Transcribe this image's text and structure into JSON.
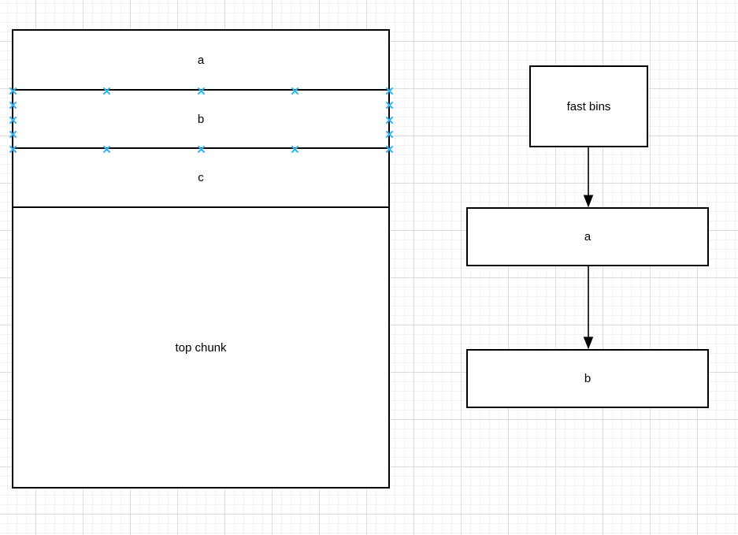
{
  "canvas": {
    "background": "#ffffff",
    "grid_minor_color": "#f3f3f3",
    "grid_major_color": "#dcdcdc",
    "accent_color": "#29b6f2",
    "shape_stroke_color": "#000000"
  },
  "memory_stack": {
    "selected_section": "b",
    "sections": [
      {
        "label": "a"
      },
      {
        "label": "b"
      },
      {
        "label": "c"
      },
      {
        "label": "top chunk"
      }
    ]
  },
  "flow": {
    "nodes": [
      {
        "label": "fast bins"
      },
      {
        "label": "a"
      },
      {
        "label": "b"
      }
    ],
    "edges": [
      {
        "from": "fast bins",
        "to": "a"
      },
      {
        "from": "a",
        "to": "b"
      }
    ]
  }
}
